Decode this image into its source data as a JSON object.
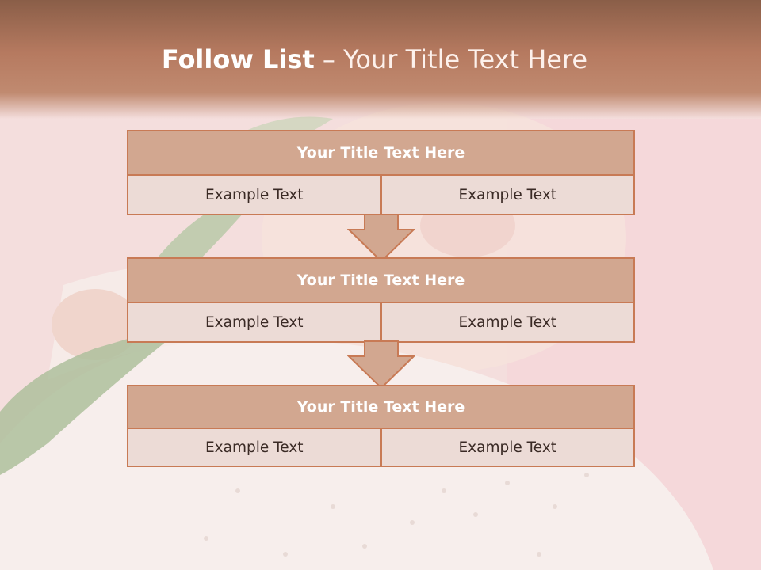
{
  "slide": {
    "title_bold": "Follow List",
    "title_rest": " – Your Title Text Here"
  },
  "steps": [
    {
      "title": "Your Title Text Here",
      "left": "Example Text",
      "right": "Example Text"
    },
    {
      "title": "Your Title Text Here",
      "left": "Example Text",
      "right": "Example Text"
    },
    {
      "title": "Your Title Text Here",
      "left": "Example Text",
      "right": "Example Text"
    }
  ],
  "colors": {
    "header": "#b67a60",
    "title_bar": "#d2a790",
    "border": "#c87a55",
    "cell": "#ecdbd6",
    "arrow_fill": "#d2a790"
  },
  "background_image": "baby-with-tulip-photo"
}
